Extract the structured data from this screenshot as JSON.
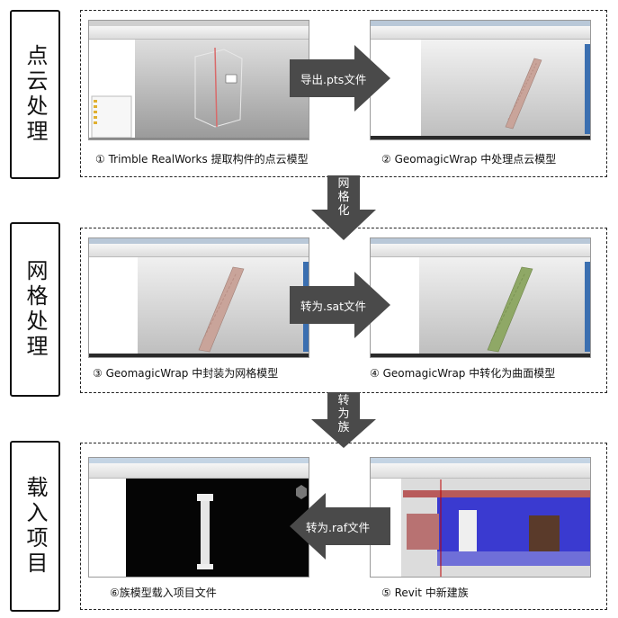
{
  "stages": [
    {
      "label": "点云处理"
    },
    {
      "label": "网格处理"
    },
    {
      "label": "载入项目"
    }
  ],
  "captions": {
    "c1": "① Trimble RealWorks 提取构件的点云模型",
    "c2": "② GeomagicWrap  中处理点云模型",
    "c3": "③  GeomagicWrap  中封装为网格模型",
    "c4": "④  GeomagicWrap  中转化为曲面模型",
    "c5": "⑥族模型载入项目文件",
    "c6": "⑤ Revit 中新建族"
  },
  "arrows": {
    "right1": "导出.pts文件",
    "right2": "转为.sat文件",
    "right3": "转为.raf文件",
    "down1": [
      "网",
      "格",
      "化"
    ],
    "down2": [
      "转",
      "为",
      "族"
    ]
  },
  "colors": {
    "arrow": "#4a4a4a",
    "column_pink": "#c9a49a",
    "column_green": "#8fa866",
    "black_view": "#050505",
    "blue_wall": "#3a3ad0",
    "red_wall": "#b85a5a"
  }
}
